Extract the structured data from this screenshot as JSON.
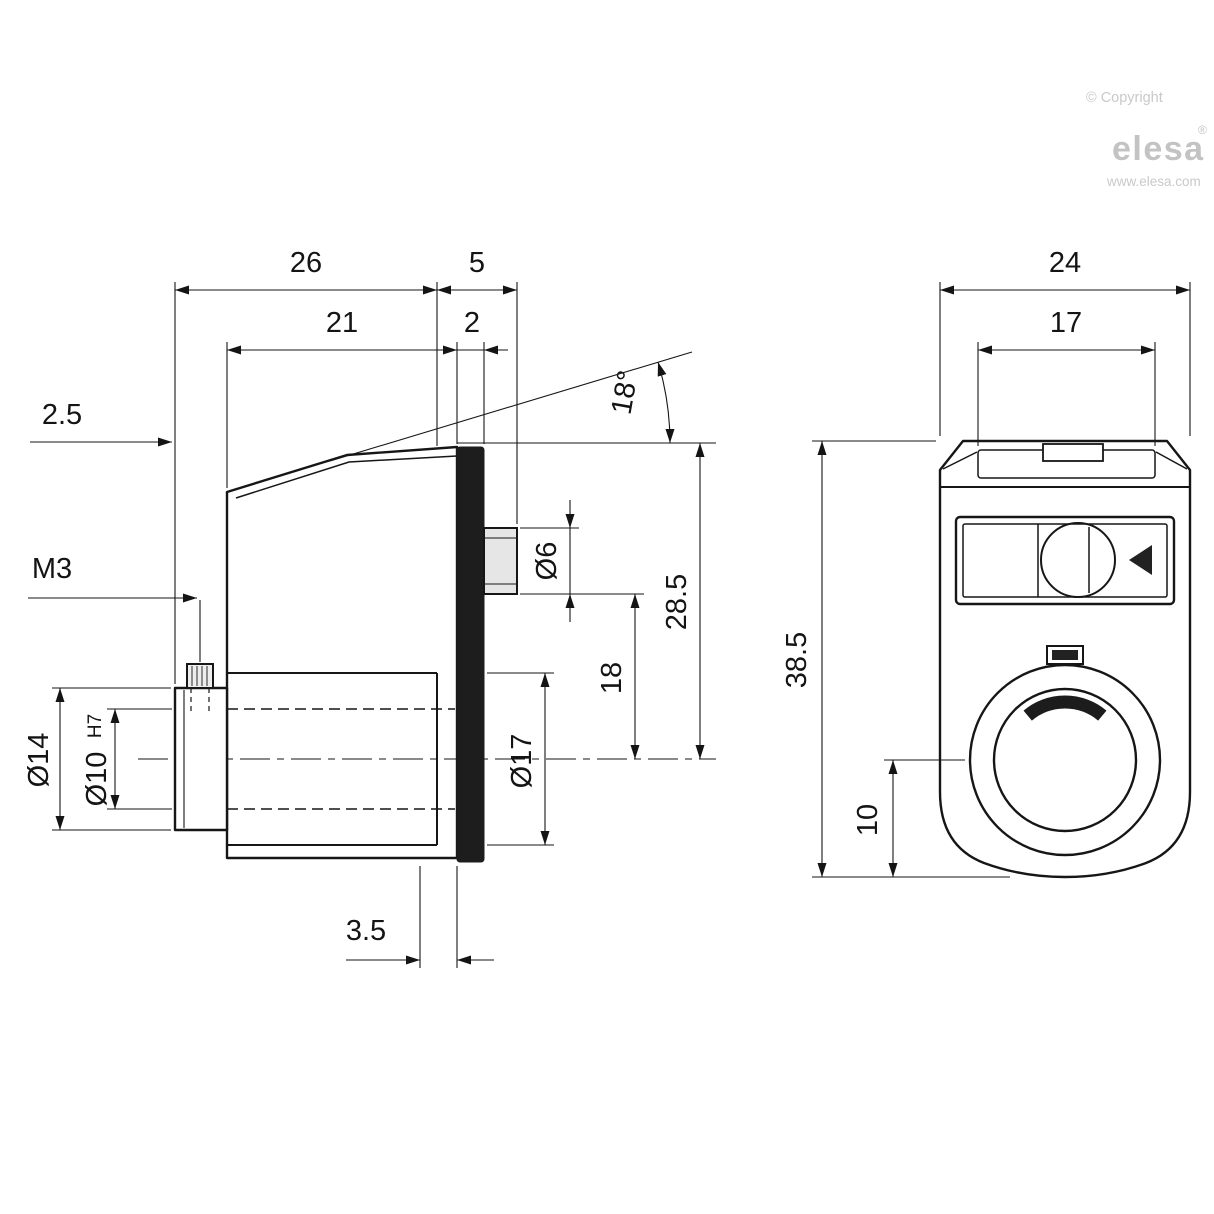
{
  "branding": {
    "copyright": "© Copyright",
    "brand": "elesa",
    "registered": "®",
    "website": "www.elesa.com"
  },
  "side_view": {
    "dim_total_depth": "26",
    "dim_knob_depth": "5",
    "dim_body_depth": "21",
    "dim_faceplate": "2",
    "dim_bushing_offset": "2.5",
    "dim_screw_thread": "M3",
    "dim_window_angle": "18°",
    "dim_knob_diameter": "Ø6",
    "dim_knob_to_center": "18",
    "dim_top_to_center": "28.5",
    "dim_hub_diameter": "Ø17",
    "dim_bushing_diameter": "Ø14",
    "dim_bore_diameter": "Ø10",
    "dim_bore_tolerance": "H7",
    "dim_bottom_step": "3.5"
  },
  "front_view": {
    "dim_total_width": "24",
    "dim_window_width": "17",
    "dim_total_height": "38.5",
    "dim_center_to_bottom": "10"
  }
}
